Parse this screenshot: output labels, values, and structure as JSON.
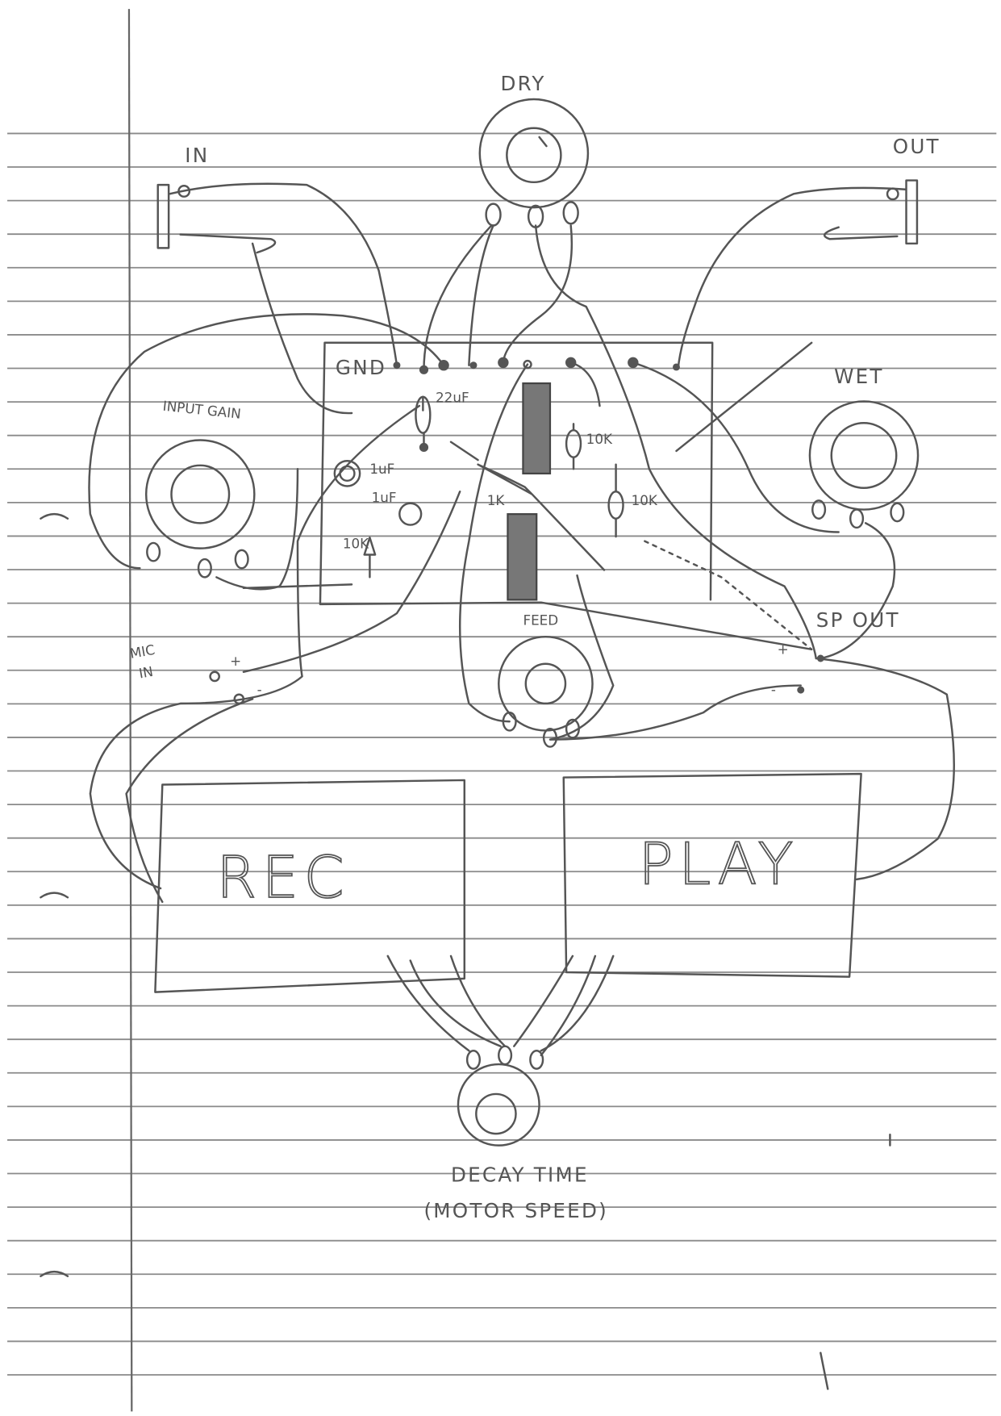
{
  "labels": {
    "dry": "DRY",
    "in": "IN",
    "out": "OUT",
    "gnd": "GND",
    "wet": "WET",
    "input_gain": "INPUT GAIN",
    "cap_22uf": "22uF",
    "cap_1uf_a": "1uF",
    "cap_1uf_b": "1uF",
    "res_1k": "1K",
    "res_10k_a": "10K",
    "res_10k_b": "10K",
    "res_10k_c": "10K",
    "feed": "FEED",
    "sp_out": "SP OUT",
    "sp_plus": "+",
    "sp_minus": "-",
    "mic_in_1": "MIC",
    "mic_in_2": "IN",
    "mic_plus": "+",
    "mic_minus": "-",
    "rec": "REC",
    "play": "PLAY",
    "decay_time": "DECAY TIME",
    "motor_speed": "(MOTOR SPEED)"
  }
}
